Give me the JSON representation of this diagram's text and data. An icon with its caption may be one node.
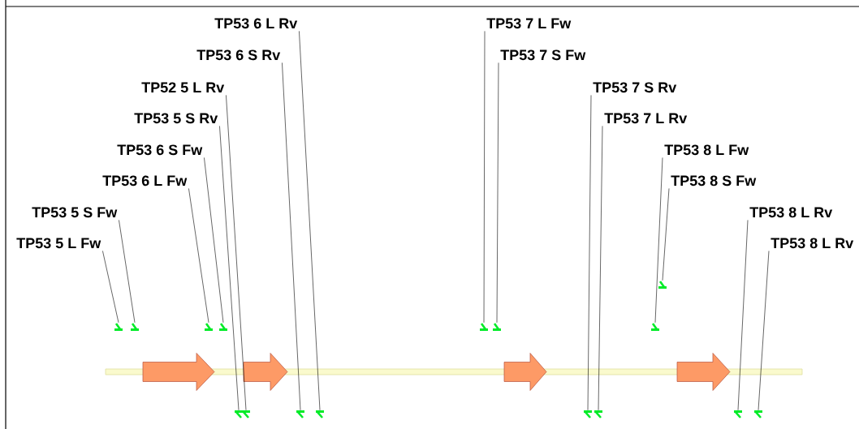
{
  "diagram": {
    "nodes": [
      {
        "text": [
          "TP53 5 L Fw"
        ]
      },
      {
        "text": [
          "TP53 5 S Fw"
        ]
      },
      {
        "text": [
          "TP53 6 L Fw"
        ]
      },
      {
        "text": [
          "TP53 6 S Fw"
        ]
      },
      {
        "text": [
          "TP53 5 S Rv"
        ]
      },
      {
        "text": [
          "TP52 5 L Rv"
        ]
      },
      {
        "text": [
          "TP53 6 S Rv"
        ]
      },
      {
        "text": [
          "TP53 6 L Rv"
        ]
      },
      {
        "text": [
          "TP53 7 L Fw"
        ]
      },
      {
        "text": [
          "TP53 7 S Fw"
        ]
      },
      {
        "text": [
          "TP53 7 S Rv"
        ]
      },
      {
        "text": [
          "TP53 7 L Rv"
        ]
      },
      {
        "text": [
          "TP53 8 L Fw"
        ]
      },
      {
        "text": [
          "TP53 8 S Fw"
        ]
      },
      {
        "text": [
          "TP53 8 L Rv"
        ]
      },
      {
        "text": [
          "TP53 8 L Rv"
        ]
      },
      {
        "text": [],
        "shape": "arrow"
      },
      {
        "text": [],
        "shape": "arrow"
      },
      {
        "text": [],
        "shape": "arrow"
      },
      {
        "text": [],
        "shape": "arrow"
      },
      {
        "text": [],
        "shape": "arrow"
      },
      {
        "text": [],
        "shape": "arrow"
      },
      {
        "text": [],
        "shape": "arrow"
      },
      {
        "text": [],
        "shape": "arrow"
      },
      {
        "text": [],
        "shape": "arrow"
      },
      {
        "text": [],
        "shape": "arrow"
      },
      {
        "text": [],
        "shape": "arrow"
      },
      {
        "text": [],
        "shape": "arrow"
      },
      {
        "text": [],
        "shape": "arrow"
      },
      {
        "text": [],
        "shape": "arrow"
      },
      {
        "text": [],
        "shape": "arrow"
      },
      {
        "text": [],
        "shape": "arrow"
      }
    ],
    "edges": [
      {
        "from": 0,
        "to": 16,
        "arrow": "none"
      },
      {
        "from": 1,
        "to": 17,
        "arrow": "none"
      },
      {
        "from": 2,
        "to": 18,
        "arrow": "none"
      },
      {
        "from": 3,
        "to": 19,
        "arrow": "none"
      },
      {
        "from": 4,
        "to": 20,
        "arrow": "none"
      },
      {
        "from": 5,
        "to": 21,
        "arrow": "none"
      },
      {
        "from": 6,
        "to": 22,
        "arrow": "none"
      },
      {
        "from": 7,
        "to": 23,
        "arrow": "none"
      },
      {
        "from": 8,
        "to": 24,
        "arrow": "none"
      },
      {
        "from": 9,
        "to": 25,
        "arrow": "none"
      },
      {
        "from": 10,
        "to": 26,
        "arrow": "none"
      },
      {
        "from": 11,
        "to": 27,
        "arrow": "none"
      },
      {
        "from": 12,
        "to": 28,
        "arrow": "none"
      },
      {
        "from": 13,
        "to": 29,
        "arrow": "none"
      },
      {
        "from": 14,
        "to": 30,
        "arrow": "none"
      },
      {
        "from": 15,
        "to": 31,
        "arrow": "none"
      }
    ]
  }
}
